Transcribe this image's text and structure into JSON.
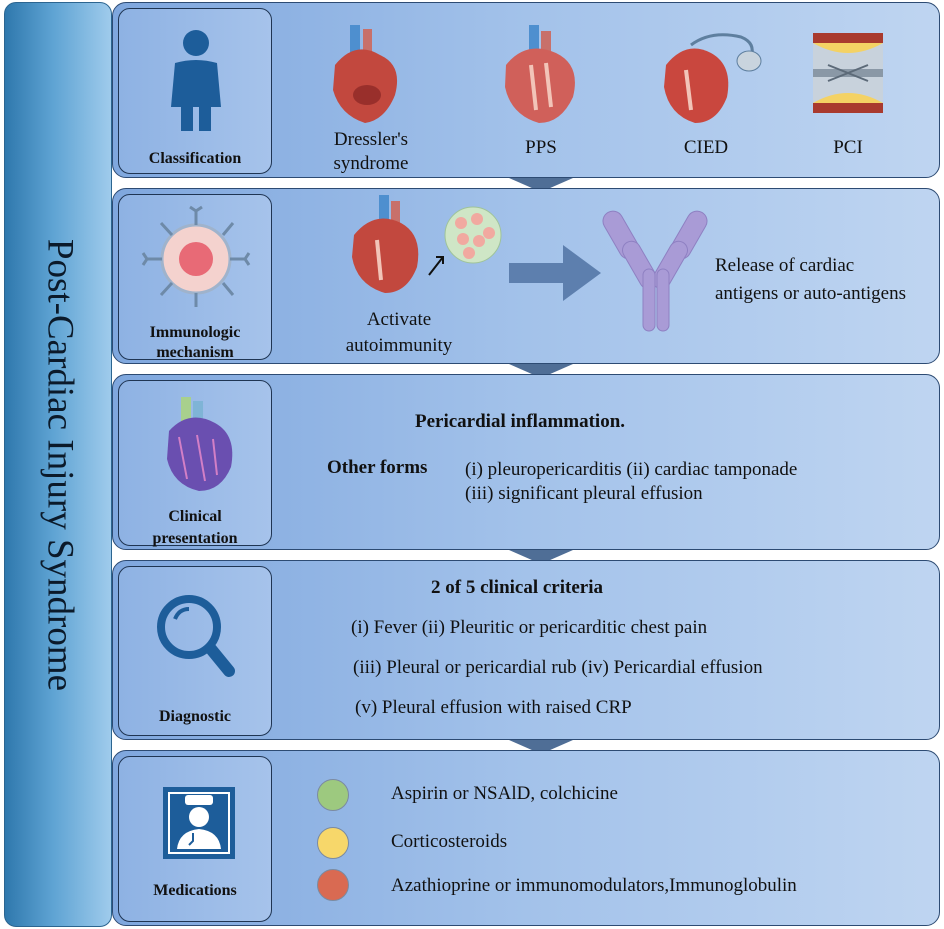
{
  "title": "Post-Cardiac Injury Syndrome",
  "sections": {
    "classification": {
      "label": "Classification",
      "items": [
        "Dressler's syndrome",
        "PPS",
        "CIED",
        "PCI"
      ],
      "item_first_lines": {
        "dressler_1": "Dressler's",
        "dressler_2": "syndrome"
      }
    },
    "immunologic": {
      "label_line1": "Immunologic",
      "label_line2": "mechanism",
      "activate_line1": "Activate",
      "activate_line2": "autoimmunity",
      "release_line1": "Release of cardiac",
      "release_line2": "antigens or auto-antigens"
    },
    "clinical": {
      "label_line1": "Clinical",
      "label_line2": "presentation",
      "heading": "Pericardial inflammation.",
      "other_label": "Other forms",
      "other_line1": "(i) pleuropericarditis  (ii) cardiac tamponade",
      "other_line2": "(iii) significant pleural effusion"
    },
    "diagnostic": {
      "label": "Diagnostic",
      "heading": "2 of 5 clinical criteria",
      "line1": "(i) Fever   (ii) Pleuritic or pericarditic chest pain",
      "line2": "(iii) Pleural or pericardial rub   (iv) Pericardial effusion",
      "line3": "(v) Pleural effusion with raised CRP"
    },
    "medications": {
      "label": "Medications",
      "items": [
        {
          "text": "Aspirin or NSAlD, colchicine",
          "color": "#9dc97f"
        },
        {
          "text": "Corticosteroids",
          "color": "#f7d76a"
        },
        {
          "text": "Azathioprine or immunomodulators,Immunoglobulin",
          "color": "#d96a52"
        }
      ]
    }
  },
  "colors": {
    "panel": "#a3c2ea",
    "sidebar": "#5ea3d3",
    "arrow": "#4f6e96"
  }
}
